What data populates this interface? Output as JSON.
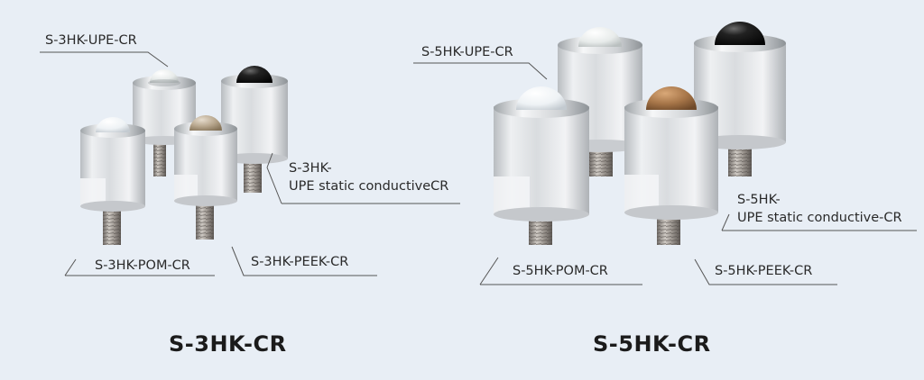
{
  "groups": [
    {
      "title": "S-3HK-CR",
      "labels": {
        "upe": "S-3HK-UPE-CR",
        "static_line1": "S-3HK-",
        "static_line2": "UPE static conductiveCR",
        "pom": "S-3HK-POM-CR",
        "peek": "S-3HK-PEEK-CR"
      }
    },
    {
      "title": "S-5HK-CR",
      "labels": {
        "upe": "S-5HK-UPE-CR",
        "static_line1": "S-5HK-",
        "static_line2": "UPE static conductive-CR",
        "pom": "S-5HK-POM-CR",
        "peek": "S-5HK-PEEK-CR"
      }
    }
  ],
  "colors": {
    "background": "#e8eef5",
    "ball_upe": "#eef1ef",
    "ball_pom": "#f4f6f8",
    "ball_peek": "#a07850",
    "ball_static": "#161616"
  }
}
